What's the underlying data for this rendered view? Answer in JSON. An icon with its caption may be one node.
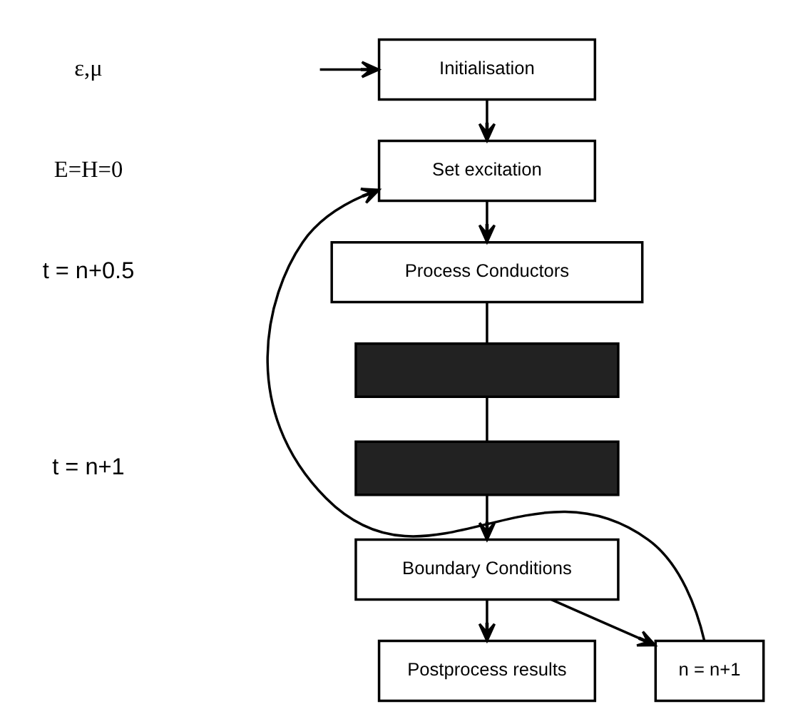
{
  "diagram": {
    "nodes": [
      {
        "text": [
          "Initialisation"
        ]
      },
      {
        "text": [
          "Set excitation"
        ]
      },
      {
        "text": [
          "Process Conductors"
        ]
      },
      {
        "text": [],
        "shape": "box"
      },
      {
        "text": [],
        "shape": "box"
      },
      {
        "text": [
          "Boundary Conditions"
        ]
      },
      {
        "text": [
          "Postprocess results"
        ]
      },
      {
        "text": [
          "n = n+1"
        ]
      }
    ],
    "edges": [
      {
        "from": null,
        "to": 0,
        "arrow": "to"
      },
      {
        "from": 0,
        "to": 1,
        "arrow": "to"
      },
      {
        "from": 1,
        "to": 2,
        "arrow": "to"
      },
      {
        "from": 2,
        "to": 3,
        "arrow": "none"
      },
      {
        "from": 3,
        "to": 4,
        "arrow": "none"
      },
      {
        "from": 4,
        "to": 5,
        "arrow": "to"
      },
      {
        "from": 5,
        "to": 6,
        "arrow": "to"
      },
      {
        "from": 5,
        "to": 7,
        "arrow": "to"
      },
      {
        "from": 7,
        "to": 1,
        "arrow": "to"
      }
    ],
    "labels": [
      "ε,μ",
      "E=H=0",
      "t = n+0.5",
      "t = n+1"
    ]
  }
}
